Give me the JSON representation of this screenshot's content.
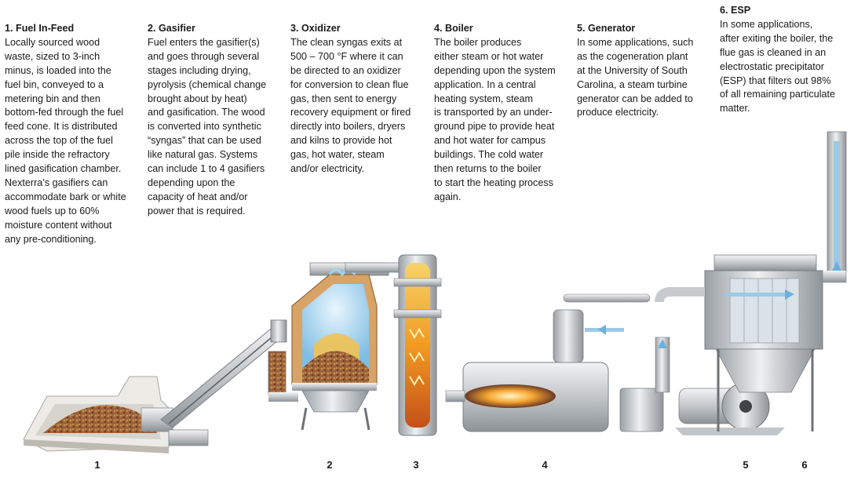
{
  "steps": [
    {
      "title": "1. Fuel In-Feed",
      "body": "Locally sourced wood\nwaste, sized to 3-inch\nminus, is loaded into the\nfuel bin, conveyed to a\nmetering bin and then\nbottom-fed through the fuel\nfeed cone. It is distributed\nacross the top of the fuel\npile inside the refractory\nlined gasification chamber.\nNexterra’s gasifiers can\naccommodate bark or white\nwood fuels up to 60%\nmoisture content without\nany pre-conditioning."
    },
    {
      "title": "2. Gasifier",
      "body": "Fuel enters the gasifier(s)\nand goes through several\nstages including drying,\npyrolysis (chemical change\nbrought about by heat)\nand gasification. The wood\nis converted into synthetic\n“syngas” that can be used\nlike natural gas. Systems\ncan include 1 to 4 gasifiers\ndepending upon the\ncapacity of heat and/or\npower that is required."
    },
    {
      "title": "3. Oxidizer",
      "body": "The clean syngas exits at\n500 – 700 °F where it can\nbe directed to an oxidizer\nfor conversion to clean flue\ngas, then sent to energy\nrecovery equipment or fired\ndirectly into boilers, dryers\nand kilns to provide hot\ngas, hot water, steam\nand/or electricity."
    },
    {
      "title": "4. Boiler",
      "body": "The boiler produces\neither steam or hot water\ndepending upon the system\napplication. In a central\nheating system, steam\nis transported by an under-\nground pipe to provide heat\nand hot water for campus\nbuildings. The cold water\nthen returns to the boiler\nto start the heating process\nagain."
    },
    {
      "title": "5. Generator",
      "body": "In some applications, such\nas the cogeneration plant\nat the University of South\nCarolina, a steam turbine\ngenerator can be added to\nproduce electricity."
    },
    {
      "title": "6. ESP",
      "body": "In some applications,\nafter exiting the boiler, the\nflue gas is cleaned in an\nelectrostatic precipitator\n(ESP) that filters out 98%\nof all remaining particulate\nmatter."
    }
  ],
  "numbers": [
    "1",
    "2",
    "3",
    "4",
    "5",
    "6"
  ],
  "colors": {
    "metal_light": "#e4e6e8",
    "metal_mid": "#b9bdc1",
    "metal_dark": "#8c9095",
    "fire": "#f39a1e",
    "wood_chips": "#a0673a",
    "refractory": "#c99a5c",
    "gas_blue": "#8ec8e8"
  }
}
